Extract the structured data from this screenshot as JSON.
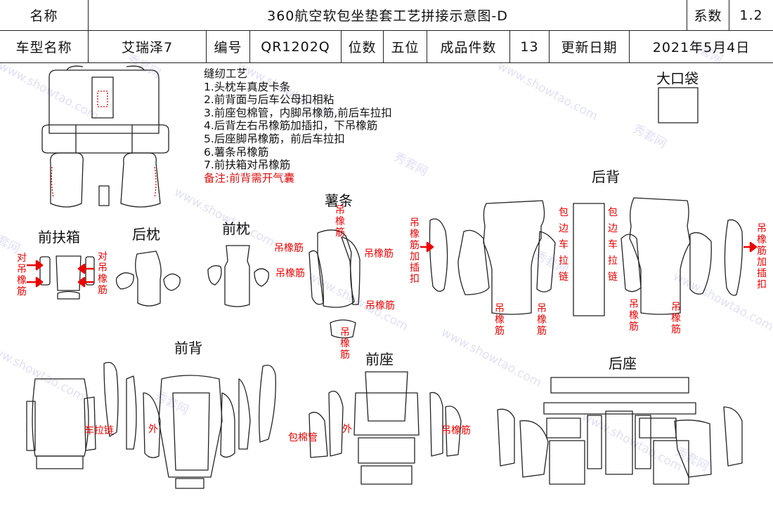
{
  "header": {
    "name_label": "名称",
    "title": "360航空软包坐垫套工艺拼接示意图-D",
    "coef_label": "系数",
    "coef_value": "1.2",
    "model_label": "车型名称",
    "model_value": "艾瑞泽7",
    "code_label": "编号",
    "code_value": "QR1202Q",
    "seats_label": "位数",
    "seats_value": "五位",
    "pieces_label": "成品件数",
    "pieces_value": "13",
    "date_label": "更新日期",
    "date_value": "2021年5月4日"
  },
  "notes": {
    "title": "缝纫工艺",
    "items": [
      "1.头枕车真皮卡条",
      "2.前背面与后车公母扣相粘",
      "3.前座包棉管，内脚吊橡筋,前后车拉扣",
      "4.后背左右吊橡筋加插扣，下吊橡筋",
      "5.后座脚吊橡筋，前后车拉扣",
      "6.薯条吊橡筋",
      "7.前扶箱对吊橡筋"
    ],
    "remark": "备注:前背需开气囊"
  },
  "sections": {
    "big_pocket": "大口袋",
    "rear_back": "后背",
    "fries": "薯条",
    "front_armrest": "前扶箱",
    "rear_headrest": "后枕",
    "front_headrest": "前枕",
    "front_back": "前背",
    "front_seat": "前座",
    "rear_seat": "后座"
  },
  "annotations": {
    "pair_elastic": "对吊橡筋",
    "elastic": "吊橡筋",
    "elastic_buckle": "吊橡筋加插扣",
    "piping_zipper": "包边车拉链",
    "sew_zipper": "车拉链",
    "outer": "外",
    "cotton_tube": "包棉管"
  },
  "watermark": {
    "cn": "秀套网",
    "url": "www.showtao.com"
  },
  "colors": {
    "line": "#222222",
    "annotation": "#e00000",
    "arrow": "#e00000",
    "watermark": "#c8c8ee"
  }
}
